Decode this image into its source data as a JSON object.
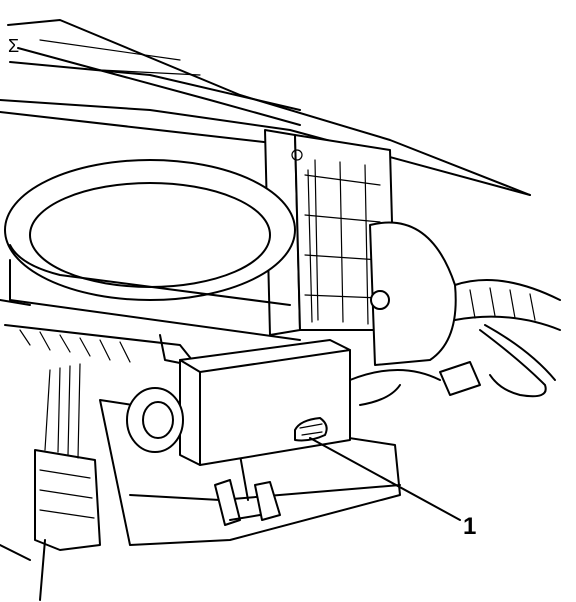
{
  "callouts": [
    {
      "id": "1",
      "label": "1"
    }
  ],
  "corner_mark": "Σ"
}
